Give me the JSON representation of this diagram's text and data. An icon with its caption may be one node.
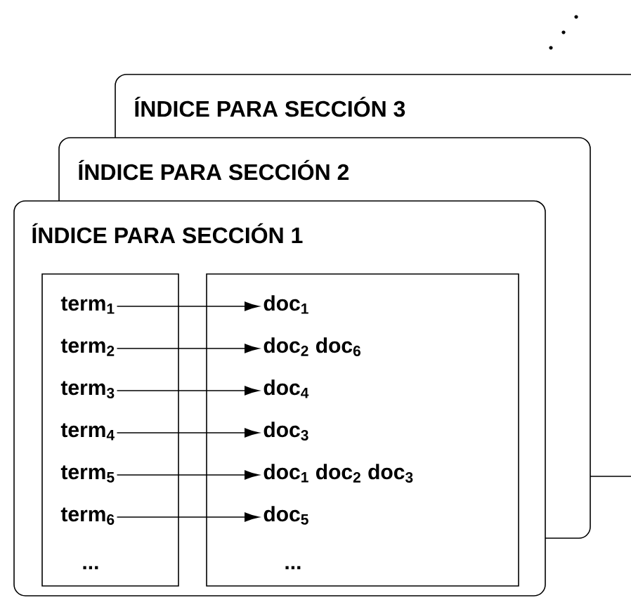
{
  "diagram": {
    "nodes": [
      {
        "text": [
          "ÍNDICE PARA SECCIÓN 3"
        ]
      },
      {
        "text": [
          "ÍNDICE PARA SECCIÓN 2"
        ]
      },
      {
        "text": [
          "ÍNDICE PARA SECCIÓN 1"
        ]
      },
      {
        "text": [],
        "shape": "box",
        "in": 2
      },
      {
        "text": [],
        "shape": "box",
        "in": 2
      },
      {
        "text": [
          "term$_{1}$"
        ],
        "in": 3
      },
      {
        "text": [
          "term$_{2}$"
        ],
        "in": 3
      },
      {
        "text": [
          "term$_{3}$"
        ],
        "in": 3
      },
      {
        "text": [
          "term$_{4}$"
        ],
        "in": 3
      },
      {
        "text": [
          "term$_{5}$"
        ],
        "in": 3
      },
      {
        "text": [
          "term$_{6}$"
        ],
        "in": 3
      },
      {
        "text": [
          "doc$_{1}$"
        ],
        "in": 4
      },
      {
        "text": [
          "doc$_{2}$ doc$_{6}$"
        ],
        "in": 4
      },
      {
        "text": [
          "doc$_{4}$"
        ],
        "in": 4
      },
      {
        "text": [
          "doc$_{3}$"
        ],
        "in": 4
      },
      {
        "text": [
          "doc$_{1}$ doc$_{2}$ doc$_{3}$"
        ],
        "in": 4
      },
      {
        "text": [
          "doc$_{5}$"
        ],
        "in": 4
      }
    ],
    "edges": [
      {
        "from": 5,
        "to": 11,
        "arrow": "to"
      },
      {
        "from": 6,
        "to": 12,
        "arrow": "to"
      },
      {
        "from": 7,
        "to": 13,
        "arrow": "to"
      },
      {
        "from": 8,
        "to": 14,
        "arrow": "to"
      },
      {
        "from": 9,
        "to": 15,
        "arrow": "to"
      },
      {
        "from": 10,
        "to": 16,
        "arrow": "to"
      }
    ],
    "labels": [
      "...",
      "..."
    ]
  }
}
